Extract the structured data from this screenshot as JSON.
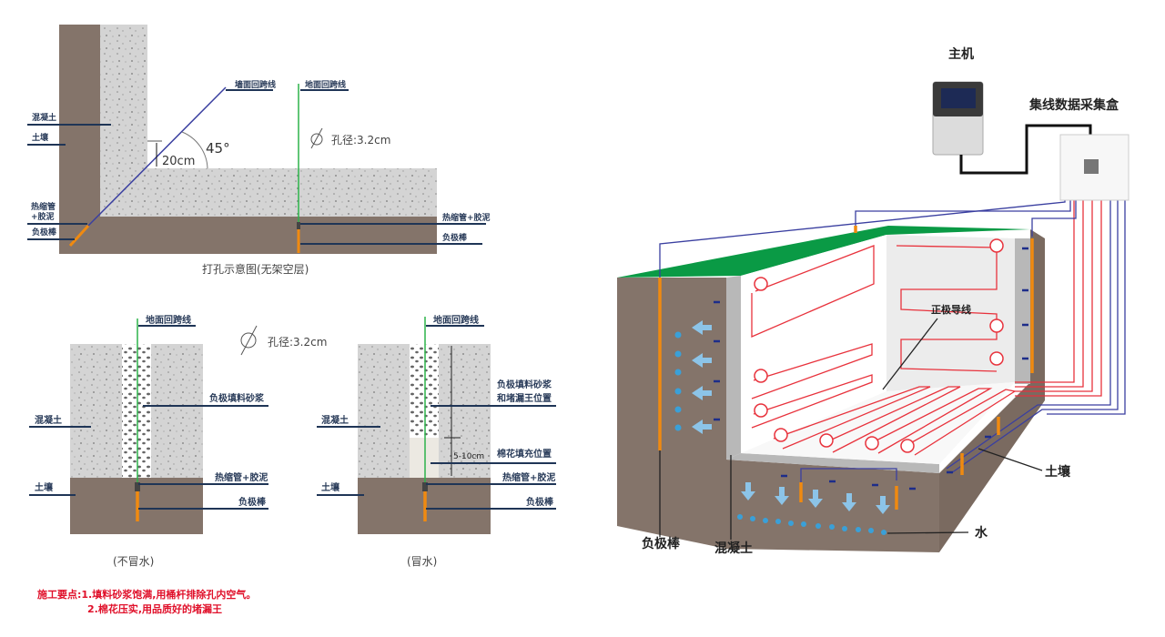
{
  "diagram_top_left": {
    "caption": "打孔示意图(无架空层)",
    "labels": {
      "concrete": "混凝土",
      "soil": "土壤",
      "heat_shrink_l1": "热缩管",
      "heat_shrink_l2": "+胶泥",
      "anode_rod": "负极棒",
      "wall_return_wire": "墙面回跨线",
      "floor_return_wire": "地面回跨线",
      "hole_diameter": "孔径:3.2cm",
      "heat_shrink_right": "热缩管+胶泥",
      "anode_rod_right": "负极棒",
      "angle": "45°",
      "distance": "20cm"
    }
  },
  "diagram_no_water": {
    "caption": "(不冒水)",
    "labels": {
      "floor_return_wire": "地面回跨线",
      "hole_diameter": "孔径:3.2cm",
      "filler_mortar": "负极填料砂浆",
      "concrete": "混凝土",
      "heat_shrink": "热缩管+胶泥",
      "soil": "土壤",
      "anode_rod": "负极棒"
    }
  },
  "diagram_water": {
    "caption": "(冒水)",
    "labels": {
      "floor_return_wire": "地面回跨线",
      "filler_l1": "负极填料砂浆",
      "filler_l2": "和堵漏王位置",
      "concrete": "混凝土",
      "range": "5-10cm",
      "cotton": "棉花填充位置",
      "heat_shrink": "热缩管+胶泥",
      "soil": "土壤",
      "anode_rod": "负极棒"
    }
  },
  "notes": {
    "line1": "施工要点:1.填料砂浆饱满,用桶杆排除孔内空气。",
    "line2": "2.棉花压实,用品质好的堵漏王"
  },
  "diagram_3d": {
    "host_label": "主机",
    "collector_label": "集线数据采集盒",
    "positive_wire_label": "正极导线",
    "soil_label": "土壤",
    "water_label": "水",
    "anode_rod_label": "负极棒",
    "concrete_label": "混凝土",
    "plus_symbol": "+",
    "minus_symbol": "−"
  },
  "colors": {
    "soil": "#84746a",
    "concrete": "#d3d3d3",
    "wire_blue": "#3a3fa0",
    "wire_green": "#2db34a",
    "wire_red": "#e8323c",
    "rod_orange": "#f08a10",
    "ground_green": "#0a9a45",
    "note_red": "#e0102a"
  }
}
